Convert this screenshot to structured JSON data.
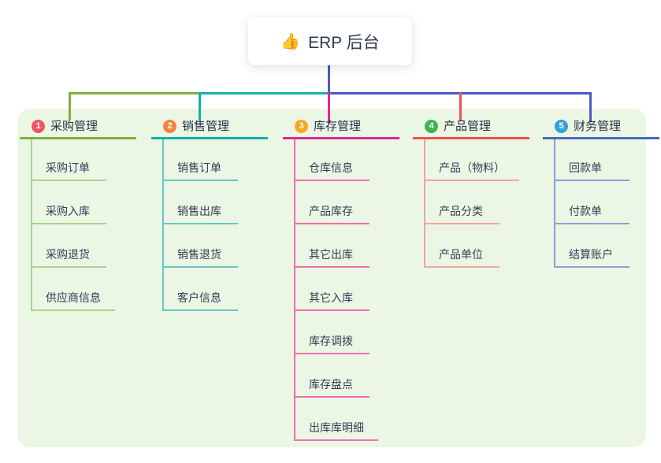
{
  "root": {
    "icon": "👍",
    "label": "ERP 后台"
  },
  "colors": {
    "panel_bg": "#ecf6e5",
    "indigo": "#4b59c5",
    "green": "#7db23e",
    "teal": "#12b2a4",
    "magenta": "#df2a92",
    "red": "#f05151"
  },
  "branches": [
    {
      "number": "1",
      "label": "采购管理",
      "badge_color": "#ee5565",
      "line_color": "#7db23e",
      "child_line_color": "#a9d48c",
      "children": [
        "采购订单",
        "采购入库",
        "采购退货",
        "供应商信息"
      ]
    },
    {
      "number": "2",
      "label": "销售管理",
      "badge_color": "#f6833b",
      "line_color": "#12b2a4",
      "child_line_color": "#66c9bf",
      "children": [
        "销售订单",
        "销售出库",
        "销售退货",
        "客户信息"
      ]
    },
    {
      "number": "3",
      "label": "库存管理",
      "badge_color": "#f7a823",
      "line_color": "#df2a92",
      "child_line_color": "#ef6fae",
      "children": [
        "仓库信息",
        "产品库存",
        "其它出库",
        "其它入库",
        "库存调拨",
        "库存盘点",
        "出库库明细"
      ]
    },
    {
      "number": "4",
      "label": "产品管理",
      "badge_color": "#3db34f",
      "line_color": "#f05151",
      "child_line_color": "#f2a3a0",
      "children": [
        "产品（物料）",
        "产品分类",
        "产品单位"
      ]
    },
    {
      "number": "5",
      "label": "财务管理",
      "badge_color": "#33a3dc",
      "line_color": "#4a69bd",
      "child_line_color": "#8aa0d8",
      "children": [
        "回款单",
        "付款单",
        "结算账户"
      ]
    }
  ]
}
